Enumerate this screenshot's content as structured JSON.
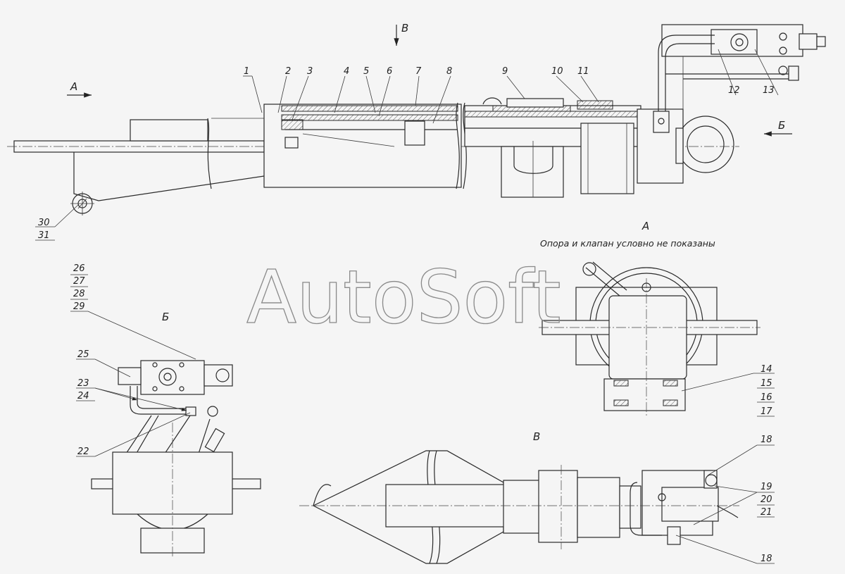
{
  "watermark": "AutoSoft",
  "views": {
    "A": "A",
    "B": "Б",
    "V": "В"
  },
  "note_A": "Опора и клапан условно не показаны",
  "callouts": {
    "c1": "1",
    "c2": "2",
    "c3": "3",
    "c4": "4",
    "c5": "5",
    "c6": "6",
    "c7": "7",
    "c8": "8",
    "c9": "9",
    "c10": "10",
    "c11": "11",
    "c12": "12",
    "c13": "13",
    "c14": "14",
    "c15": "15",
    "c16": "16",
    "c17": "17",
    "c18a": "18",
    "c18b": "18",
    "c19": "19",
    "c20": "20",
    "c21": "21",
    "c22": "22",
    "c23": "23",
    "c24": "24",
    "c25": "25",
    "c26": "26",
    "c27": "27",
    "c28": "28",
    "c29": "29",
    "c30": "30",
    "c31": "31"
  }
}
